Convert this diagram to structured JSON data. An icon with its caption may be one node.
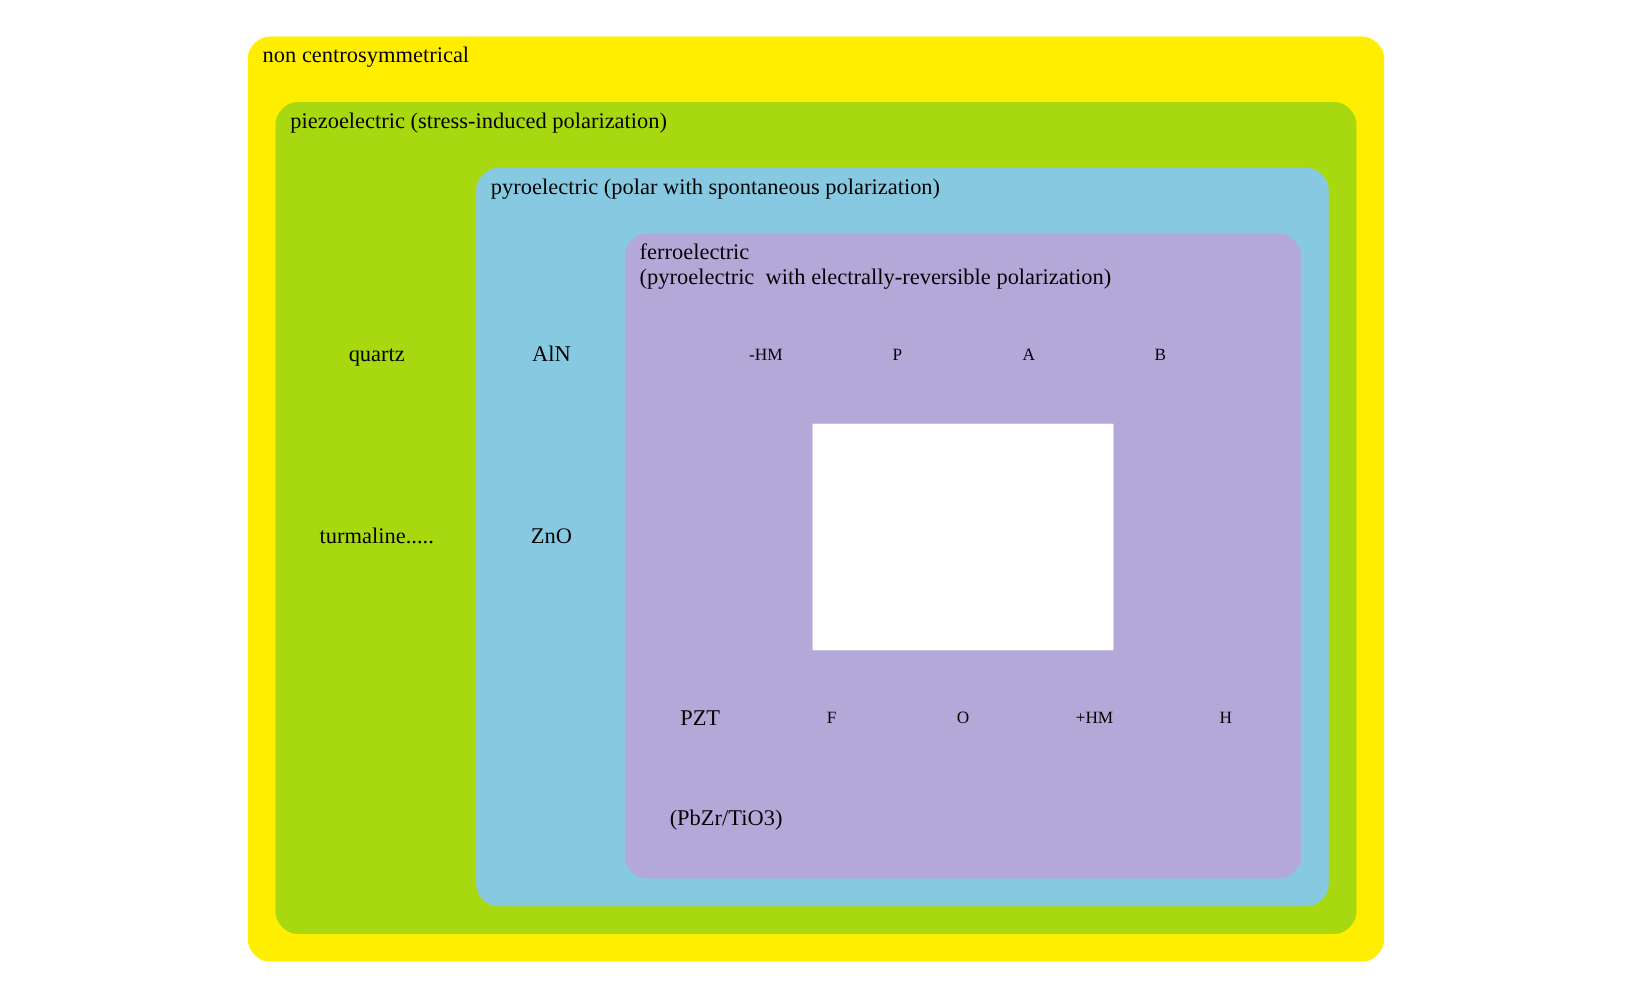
{
  "diagram": {
    "nodes": [
      {
        "text": [
          "non centrosymmetrical"
        ]
      },
      {
        "text": [
          "piezoelectric (stress-induced polarization)"
        ],
        "in": 0
      },
      {
        "text": [
          "pyroelectric (polar with spontaneous polarization)"
        ],
        "in": 1
      },
      {
        "text": [
          "ferroelectric",
          "(pyroelectric  with electrally-reversible polarization)"
        ],
        "in": 2
      },
      {
        "text": [],
        "shape": "box",
        "in": 3
      }
    ],
    "edges": [],
    "labels": [
      "quartz",
      "turmaline.....",
      "AlN",
      "ZnO",
      "PZT",
      "(PbZr/TiO3)",
      "B",
      "A",
      "P",
      "-HM",
      "F",
      "O",
      "+HM",
      "H"
    ]
  }
}
